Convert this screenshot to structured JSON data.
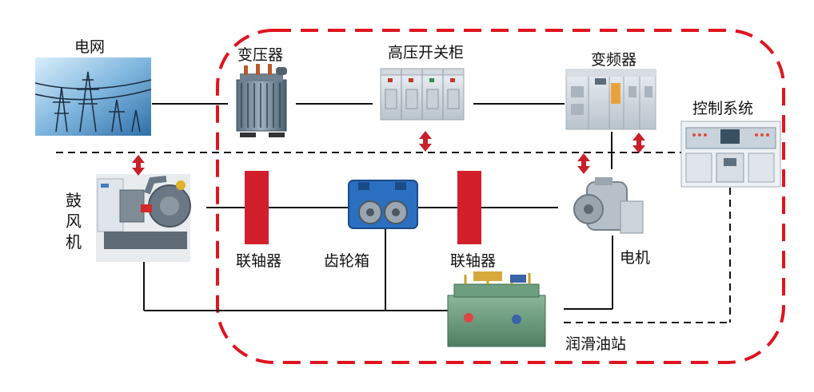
{
  "labels": {
    "grid": "电网",
    "transformer": "变压器",
    "hv_switchgear": "高压开关柜",
    "vfd": "变频器",
    "control_system": "控制系统",
    "blower": [
      "鼓",
      "风",
      "机"
    ],
    "coupling_left": "联轴器",
    "gearbox": "齿轮箱",
    "coupling_right": "联轴器",
    "motor": "电机",
    "lube_station": "润滑油站"
  },
  "colors": {
    "boundary": "#e0141e",
    "coupling": "#d21f2b",
    "arrow": "#c8202a",
    "line": "#111111"
  }
}
